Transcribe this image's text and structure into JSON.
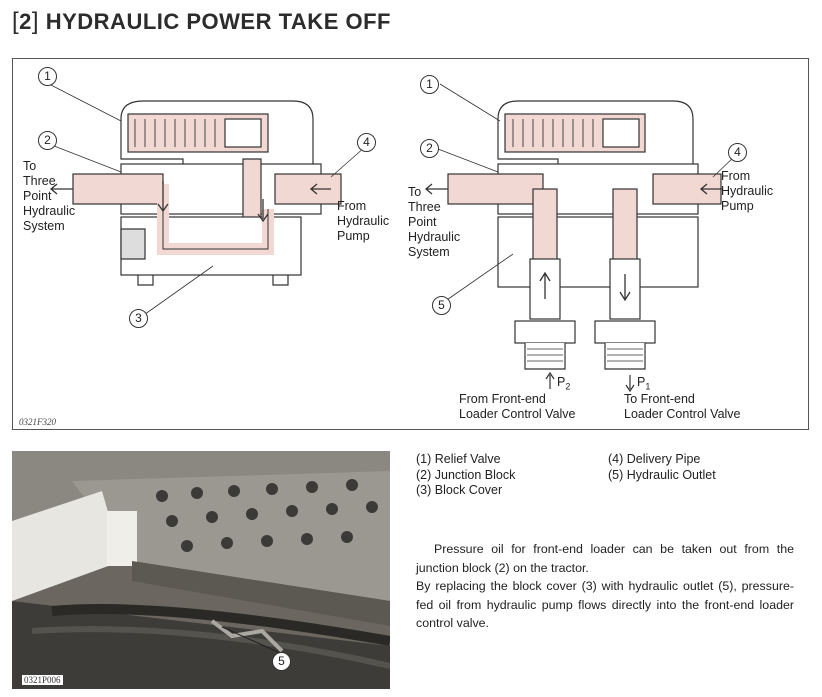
{
  "section": {
    "number": "2",
    "title": "HYDRAULIC POWER TAKE OFF"
  },
  "diagram": {
    "figure_id": "0321F320",
    "left": {
      "callouts": [
        "1",
        "2",
        "3",
        "4"
      ],
      "to_label": [
        "To",
        "Three",
        "Point",
        "Hydraulic",
        "System"
      ],
      "from_label": [
        "From",
        "Hydraulic",
        "Pump"
      ]
    },
    "right": {
      "callouts": [
        "1",
        "2",
        "4",
        "5"
      ],
      "to_label": [
        "To",
        "Three",
        "Point",
        "Hydraulic",
        "System"
      ],
      "from_label": [
        "From",
        "Hydraulic",
        "Pump"
      ],
      "p2": {
        "symbol": "P",
        "sub": "2",
        "lines": [
          "From Front-end",
          "Loader Control Valve"
        ]
      },
      "p1": {
        "symbol": "P",
        "sub": "1",
        "lines": [
          "To Front-end",
          "Loader Control Valve"
        ]
      }
    }
  },
  "photo": {
    "figure_id": "0321P006",
    "callout": "5"
  },
  "legend": {
    "col1": [
      "(1)  Relief Valve",
      "(2)  Junction Block",
      "(3)  Block Cover"
    ],
    "col2": [
      "(4)  Delivery Pipe",
      "(5)  Hydraulic Outlet"
    ]
  },
  "paragraphs": [
    "Pressure oil for front-end loader can be taken out from the junction block (2) on the tractor.",
    "By replacing the block cover (3) with hydraulic outlet (5), pressure-fed oil from hydraulic pump flows directly into the front-end loader control valve."
  ],
  "colors": {
    "oil": "#f2d8d2",
    "ink": "#333333",
    "photo_dark": "#4a4843"
  }
}
